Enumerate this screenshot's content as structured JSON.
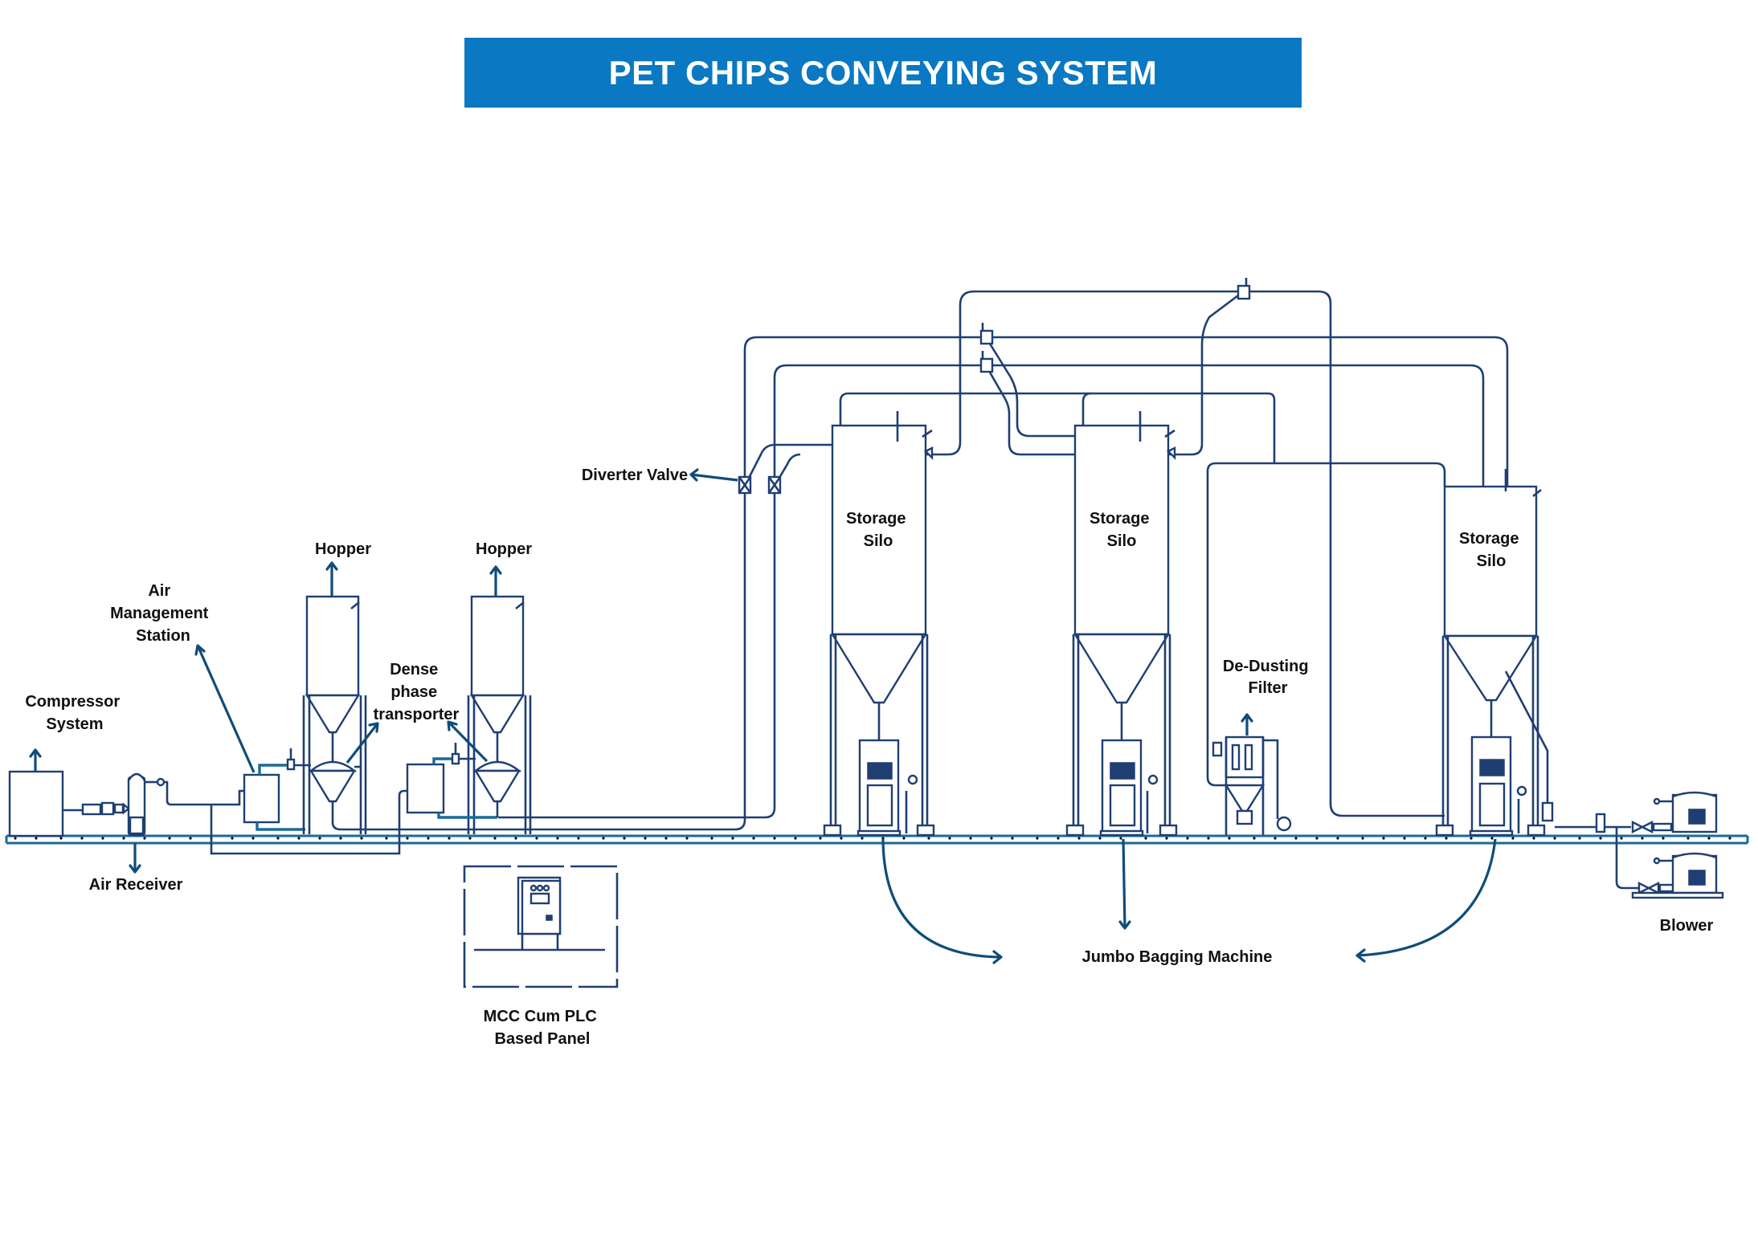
{
  "title": "PET CHIPS CONVEYING SYSTEM",
  "colors": {
    "banner": "#0a78c2",
    "banner_text": "#ffffff",
    "line": "#1f3f73",
    "arrow": "#0f4c7a",
    "label": "#111111"
  },
  "labels": {
    "compressor": [
      "Compressor",
      "System"
    ],
    "air_receiver": "Air Receiver",
    "air_management": [
      "Air",
      "Management",
      "Station"
    ],
    "hopper_1": "Hopper",
    "hopper_2": "Hopper",
    "dense_phase": [
      "Dense",
      "phase",
      "transporter"
    ],
    "diverter_valve": "Diverter Valve",
    "silo_1": [
      "Storage",
      "Silo"
    ],
    "silo_2": [
      "Storage",
      "Silo"
    ],
    "silo_3": [
      "Storage",
      "Silo"
    ],
    "de_dusting": [
      "De-Dusting",
      "Filter"
    ],
    "mcc_panel": [
      "MCC Cum PLC",
      "Based Panel"
    ],
    "jumbo_bagging": "Jumbo Bagging Machine",
    "blower": "Blower"
  }
}
